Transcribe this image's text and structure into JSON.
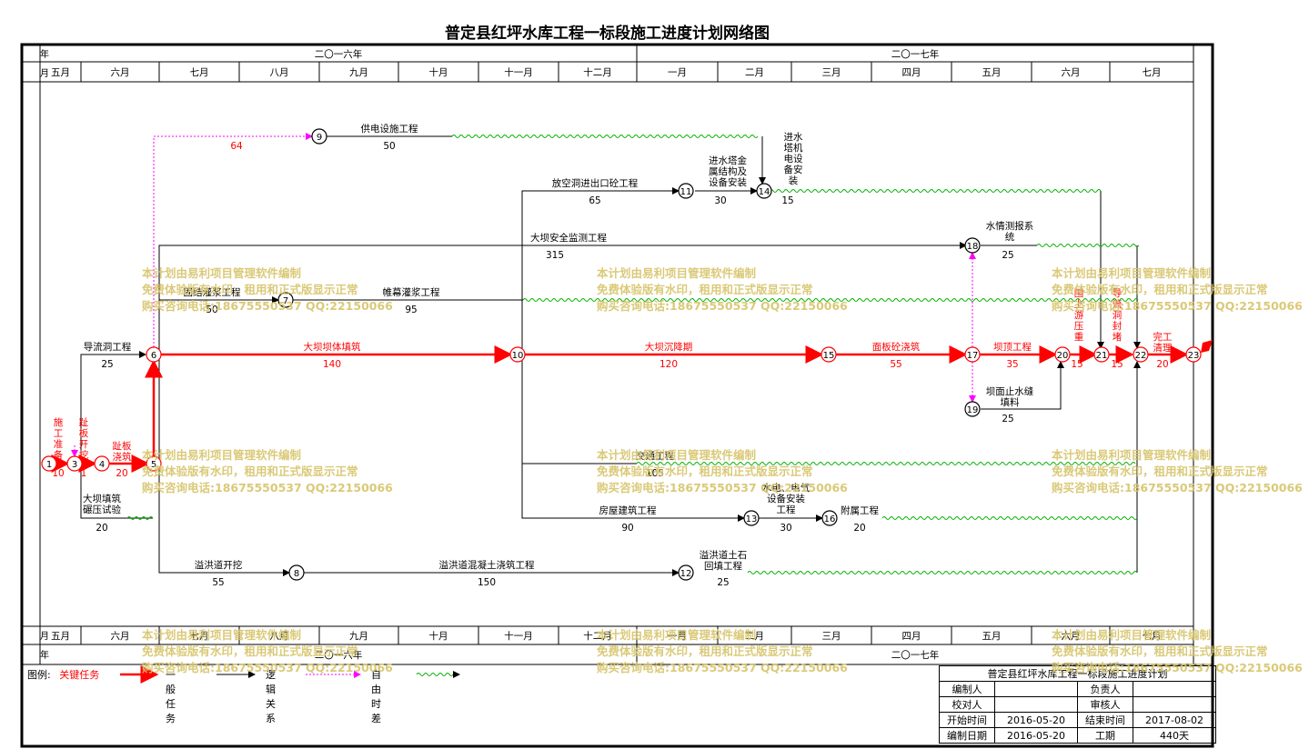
{
  "title": "普定县红坪水库工程一标段施工进度计划网络图",
  "header": {
    "year_label": "年",
    "month_label": "月",
    "years": [
      "二〇一六年",
      "二〇一七年"
    ],
    "months": [
      "五月",
      "六月",
      "七月",
      "八月",
      "九月",
      "十月",
      "十一月",
      "十二月",
      "一月",
      "二月",
      "三月",
      "四月",
      "五月",
      "六月",
      "七月"
    ]
  },
  "nodes": [
    "1",
    "3",
    "4",
    "5",
    "6",
    "7",
    "8",
    "9",
    "10",
    "11",
    "12",
    "13",
    "14",
    "15",
    "16",
    "17",
    "18",
    "19",
    "20",
    "21",
    "22",
    "23"
  ],
  "tasks": {
    "t1": {
      "name": "施工准备",
      "dur": "10"
    },
    "t2": {
      "name": "趾板开挖",
      "dur": "1"
    },
    "t3": {
      "name": "趾板浇筑",
      "dur": "20"
    },
    "t4": {
      "name": "大坝填筑碾压试验",
      "dur": "20"
    },
    "t5": {
      "name": "导流洞工程",
      "dur": "25"
    },
    "t6": {
      "name": "大坝坝体填筑",
      "dur": "140"
    },
    "t7": {
      "name": "大坝沉降期",
      "dur": "120"
    },
    "t8": {
      "name": "面板砼浇筑",
      "dur": "55"
    },
    "t9": {
      "name": "坝顶工程",
      "dur": "35"
    },
    "t10": {
      "name": "围上游压重",
      "dur": "15"
    },
    "t11": {
      "name": "导流洞封堵",
      "dur": "15"
    },
    "t12": {
      "name": "完工清理",
      "dur": "20"
    },
    "t13": {
      "name": "供电设施工程",
      "dur": "50"
    },
    "t14": {
      "name": "放空洞进出口砼工程",
      "dur": "65"
    },
    "t15": {
      "name": "进水塔金属结构及设备安装",
      "dur": "30"
    },
    "t16": {
      "name": "进水塔机电设备安装",
      "dur": "15"
    },
    "t17": {
      "name": "大坝安全监测工程",
      "dur": "315"
    },
    "t18": {
      "name": "水情测报系统",
      "dur": "25"
    },
    "t19": {
      "name": "固结灌浆工程",
      "dur": "50"
    },
    "t20": {
      "name": "帷幕灌浆工程",
      "dur": "95"
    },
    "t21": {
      "name": "坝面止水缝填料",
      "dur": "25"
    },
    "t22": {
      "name": "交通工程",
      "dur": "105"
    },
    "t23": {
      "name": "房屋建筑工程",
      "dur": "90"
    },
    "t24": {
      "name": "水电、电气设备安装工程",
      "dur": "30"
    },
    "t25": {
      "name": "附属工程",
      "dur": "20"
    },
    "t26": {
      "name": "溢洪道开挖",
      "dur": "55"
    },
    "t27": {
      "name": "溢洪道混凝土浇筑工程",
      "dur": "150"
    },
    "t28": {
      "name": "溢洪道土石回填工程",
      "dur": "25"
    },
    "float9": "64"
  },
  "watermark": {
    "line1": "本计划由易利项目管理软件编制",
    "line2": "免费体验版有水印，租用和正式版显示正常",
    "line3": "购买咨询电话:18675550537 QQ:22150066"
  },
  "legend": {
    "label": "图例:",
    "critical": "关键任务",
    "general": "一般任务",
    "logic": "逻辑关系",
    "float": "自由时差"
  },
  "info": {
    "title": "普定县红坪水库工程一标段施工进度计划",
    "editor_label": "编制人",
    "reviewer_label": "校对人",
    "owner_label": "负责人",
    "auditor_label": "审核人",
    "start_label": "开始时间",
    "start": "2016-05-20",
    "end_label": "结束时间",
    "end": "2017-08-02",
    "date_label": "编制日期",
    "date": "2016-05-20",
    "duration_label": "工期",
    "duration": "440天"
  },
  "colors": {
    "critical": "#ff0000",
    "normal": "#000000",
    "float": "#00b000",
    "logic": "#ff00ff",
    "watermark": "#d6c46a"
  }
}
